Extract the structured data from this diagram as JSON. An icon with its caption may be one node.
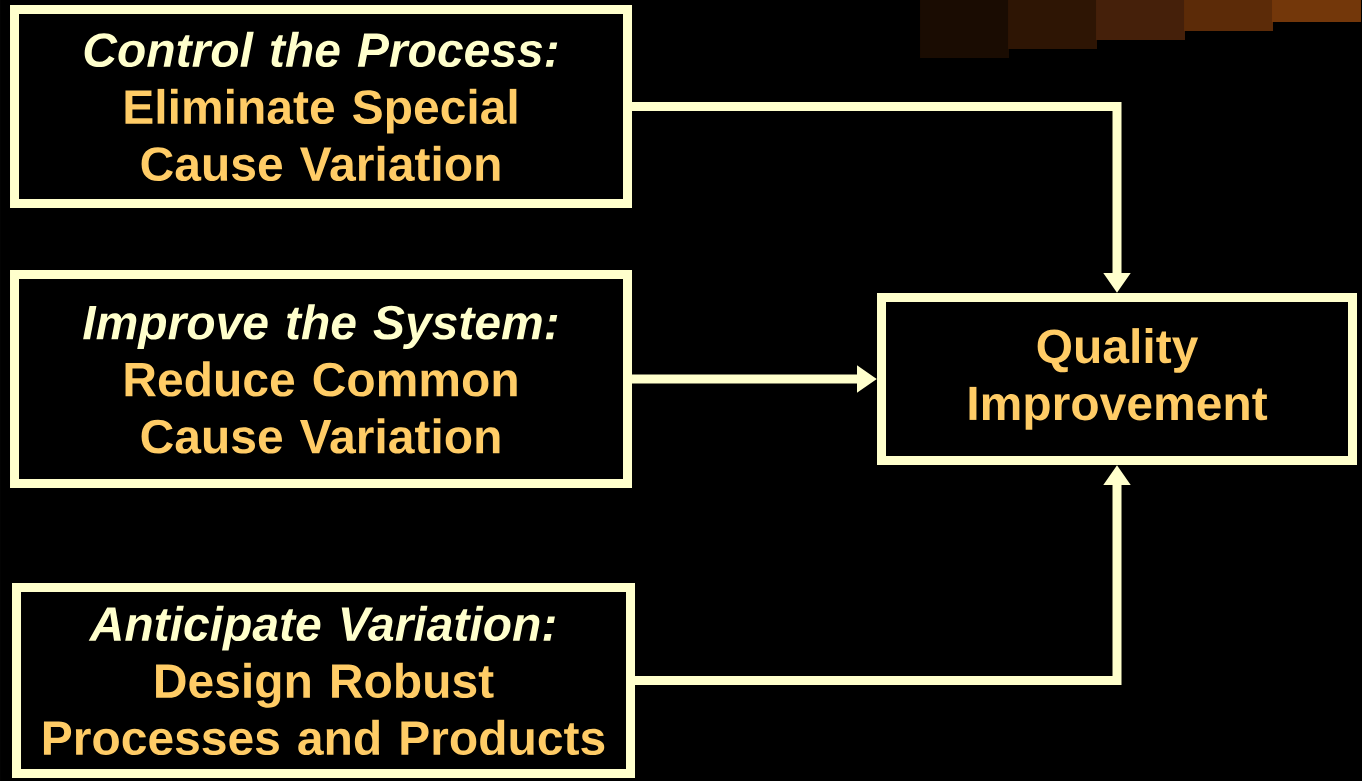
{
  "diagram": {
    "nodes": [
      {
        "text": [
          "Control the Process:",
          "Eliminate Special Cause Variation"
        ]
      },
      {
        "text": [
          "Improve the System:",
          "Reduce Common Cause Variation"
        ]
      },
      {
        "text": [
          "Anticipate Variation:",
          "Design Robust Processes and Products"
        ]
      },
      {
        "text": [
          "Quality Improvement"
        ]
      }
    ],
    "edges": [
      {
        "from": 0,
        "to": 3,
        "arrow": "to"
      },
      {
        "from": 1,
        "to": 3,
        "arrow": "to"
      },
      {
        "from": 2,
        "to": 3,
        "arrow": "to"
      }
    ]
  }
}
